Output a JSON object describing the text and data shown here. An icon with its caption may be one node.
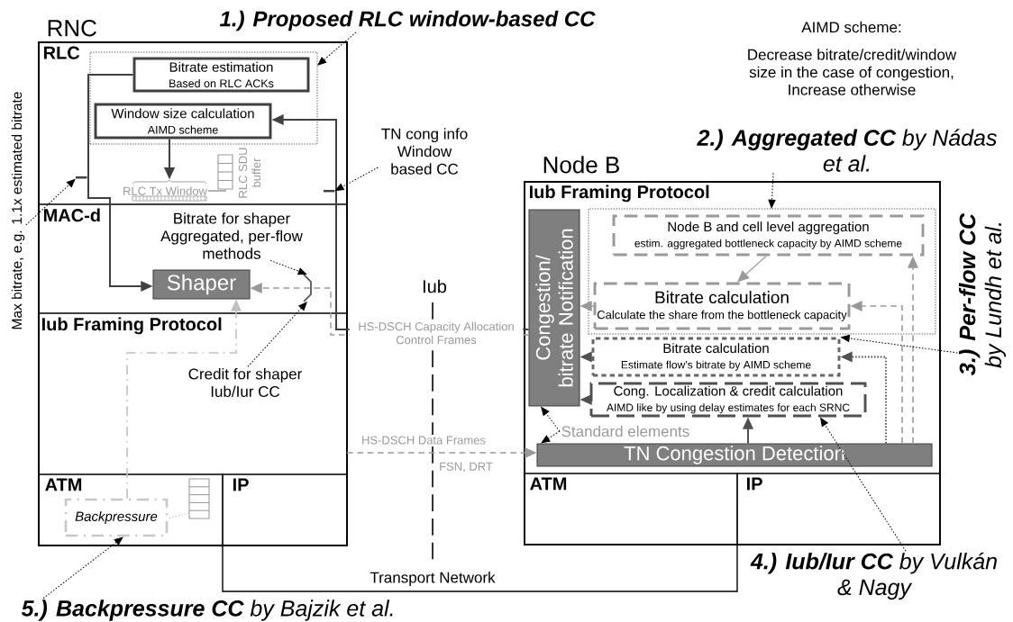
{
  "diagram": {
    "nodes": [
      {
        "text": [
          "RNC"
        ]
      },
      {
        "text": [
          "RLC"
        ],
        "in": 0
      },
      {
        "text": [],
        "shape": "box",
        "in": 1
      },
      {
        "text": [
          "Bitrate estimation",
          "Based on RLC ACKs"
        ],
        "in": 2
      },
      {
        "text": [
          "Window size calculation",
          "AIMD scheme"
        ],
        "in": 2
      },
      {
        "text": [
          "RLC Tx Window"
        ],
        "in": 1
      },
      {
        "text": [],
        "shape": "box",
        "beside": [
          "RLC SDU buffer"
        ],
        "in": 1
      },
      {
        "text": [
          "MAC-d"
        ],
        "in": 0
      },
      {
        "text": [
          "Bitrate for shaper Aggregated, per-flow methods"
        ],
        "in": 7
      },
      {
        "text": [
          "Shaper"
        ],
        "in": 7
      },
      {
        "text": [
          "Iub Framing Protocol"
        ],
        "in": 0
      },
      {
        "text": [
          "Credit for shaper Iub/Iur CC"
        ],
        "in": 10
      },
      {
        "text": [
          "ATM"
        ],
        "in": 0
      },
      {
        "text": [
          "Backpressure"
        ],
        "in": 12
      },
      {
        "text": [],
        "shape": "box",
        "in": 12
      },
      {
        "text": [
          "IP"
        ],
        "in": 0
      },
      {
        "text": [
          "Max bitrate, e.g. 1.1x estimated bitrate"
        ]
      },
      {
        "text": [
          "TN cong info Window based CC"
        ]
      },
      {
        "text": [
          "1.) Proposed RLC window-based CC"
        ]
      },
      {
        "text": [
          "Node B"
        ]
      },
      {
        "text": [
          "Iub Framing Protocol"
        ],
        "in": 19
      },
      {
        "text": [
          "Congestion/ bitrate Notification"
        ],
        "in": 20
      },
      {
        "text": [],
        "shape": "box",
        "in": 20
      },
      {
        "text": [
          "Node B and cell level aggregation",
          "estim. aggregated bottleneck capacity by AIMD scheme"
        ],
        "in": 22
      },
      {
        "text": [
          "Bitrate calculation",
          "Calculate the share from the bottleneck capacity"
        ],
        "in": 22
      },
      {
        "text": [
          "Bitrate calculation",
          "Estimate flow’s bitrate by AIMD scheme"
        ],
        "in": 20
      },
      {
        "text": [
          "Cong. Localization & credit calculation",
          "AIMD like by using delay estimates for each SRNC"
        ],
        "in": 20
      },
      {
        "text": [
          "Standard elements"
        ],
        "in": 20
      },
      {
        "text": [
          "TN Congestion Detection"
        ],
        "in": 20
      },
      {
        "text": [
          "ATM"
        ],
        "in": 19
      },
      {
        "text": [
          "IP"
        ],
        "in": 19
      },
      {
        "text": [
          "**2.) Aggregated CC** by Nádas et al."
        ]
      },
      {
        "text": [
          "**3.) Per-flow CC** by Lundh et al."
        ]
      },
      {
        "text": [
          "**4.) Iub/Iur CC** by Vulkán & Nagy"
        ]
      },
      {
        "text": [
          "**5.) Backpressure CC** by Bajzik et al."
        ]
      },
      {
        "text": [],
        "shape": "bar",
        "in": 1
      },
      {
        "text": [],
        "shape": "bar",
        "in": 1
      },
      {
        "text": [],
        "shape": "bracket",
        "in": 7
      }
    ],
    "edges": [
      {
        "from": 3,
        "to": 9,
        "arrow": "to",
        "color": "#404040"
      },
      {
        "from": 4,
        "to": 5,
        "arrow": "to",
        "color": "#404040"
      },
      {
        "from": 5,
        "to": 6,
        "arrow": "none",
        "color": "#999999"
      },
      {
        "from": 14,
        "to": 13,
        "arrow": "none",
        "style": "dashed",
        "color": "#c0c0c0"
      },
      {
        "from": 13,
        "to": 9,
        "arrow": "to",
        "style": "dashed",
        "color": "#c0c0c0"
      },
      {
        "from": 21,
        "to": 9,
        "arrow": "to",
        "label": "HS-DSCH Capacity Allocation Control Frames",
        "style": "dashed",
        "color": "#999999"
      },
      {
        "from": 21,
        "to": 4,
        "arrow": "to",
        "color": "#404040"
      },
      {
        "from": 10,
        "to": 28,
        "arrow": "to",
        "label": "HS-DSCH Data Frames",
        "style": "dashed",
        "color": "#999999"
      },
      {
        "from": 15,
        "to": 30,
        "arrow": "none",
        "label": "Transport Network"
      },
      {
        "from": 23,
        "to": 24,
        "arrow": "to",
        "color": "#999999"
      },
      {
        "from": 24,
        "to": 21,
        "arrow": "to",
        "color": "#999999"
      },
      {
        "from": 25,
        "to": 21,
        "arrow": "to",
        "color": "#505050"
      },
      {
        "from": 26,
        "to": 21,
        "arrow": "to",
        "color": "#505050"
      },
      {
        "from": 28,
        "to": 26,
        "arrow": "to",
        "color": "#505050"
      },
      {
        "from": 28,
        "to": 25,
        "arrow": "to",
        "style": "dashed",
        "color": "#505050"
      },
      {
        "from": 28,
        "to": 24,
        "arrow": "to",
        "style": "dashed",
        "color": "#999999"
      },
      {
        "from": 28,
        "to": 23,
        "arrow": "to",
        "style": "dashed",
        "color": "#999999"
      },
      {
        "from": 18,
        "to": 2,
        "arrow": "to",
        "style": "dashed"
      },
      {
        "from": 31,
        "to": 22,
        "arrow": "to",
        "style": "dashed"
      },
      {
        "from": 32,
        "to": 25,
        "arrow": "to",
        "style": "dashed"
      },
      {
        "from": 33,
        "to": 26,
        "arrow": "to",
        "style": "dashed"
      },
      {
        "from": 34,
        "to": 13,
        "arrow": "to",
        "style": "dashed"
      },
      {
        "from": 27,
        "to": 21,
        "arrow": "to",
        "style": "dashed"
      },
      {
        "from": 27,
        "to": 28,
        "arrow": "to",
        "style": "dashed"
      },
      {
        "from": 16,
        "to": 35,
        "arrow": "to",
        "style": "dashed"
      },
      {
        "from": 17,
        "to": 36,
        "arrow": "to",
        "style": "dashed"
      },
      {
        "from": 8,
        "to": 37,
        "arrow": "to",
        "style": "dashed"
      },
      {
        "from": 11,
        "to": 37,
        "arrow": "to",
        "style": "dashed"
      }
    ],
    "labels": [
      "AIMD scheme:",
      "Decrease bitrate/credit/window size in the case of congestion, Increase otherwise",
      "Iub",
      "FSN, DRT"
    ]
  }
}
